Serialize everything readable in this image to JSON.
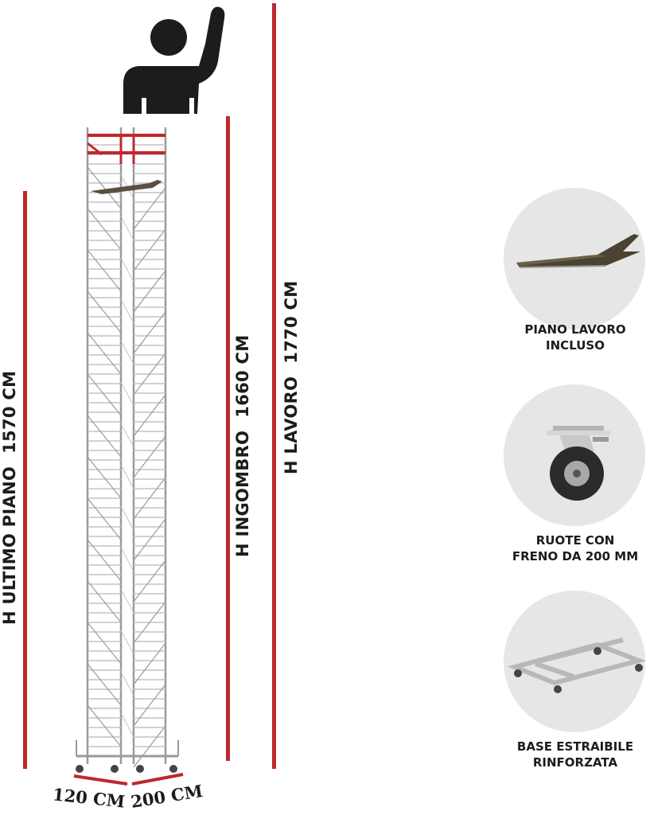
{
  "dimensions": {
    "ultimo_piano": {
      "word": "H  ULTIMO PIANO",
      "value": "1570 CM"
    },
    "ingombro": {
      "word": "H  INGOMBRO",
      "value": "1660 CM"
    },
    "lavoro": {
      "word": "H  LAVORO",
      "value": "1770 CM"
    },
    "width": "120 CM",
    "length": "200 CM"
  },
  "features": [
    {
      "line1": "PIANO LAVORO",
      "line2": "INCLUSO",
      "icon": "work-platform-icon"
    },
    {
      "line1": "RUOTE CON",
      "line2": "FRENO DA 200 MM",
      "icon": "brake-wheel-icon"
    },
    {
      "line1": "BASE ESTRAIBILE",
      "line2": "RINFORZATA",
      "icon": "extendable-base-icon"
    }
  ],
  "colors": {
    "accent": "#c0272d",
    "text": "#1c1c1c",
    "circle": "#e6e6e6"
  }
}
